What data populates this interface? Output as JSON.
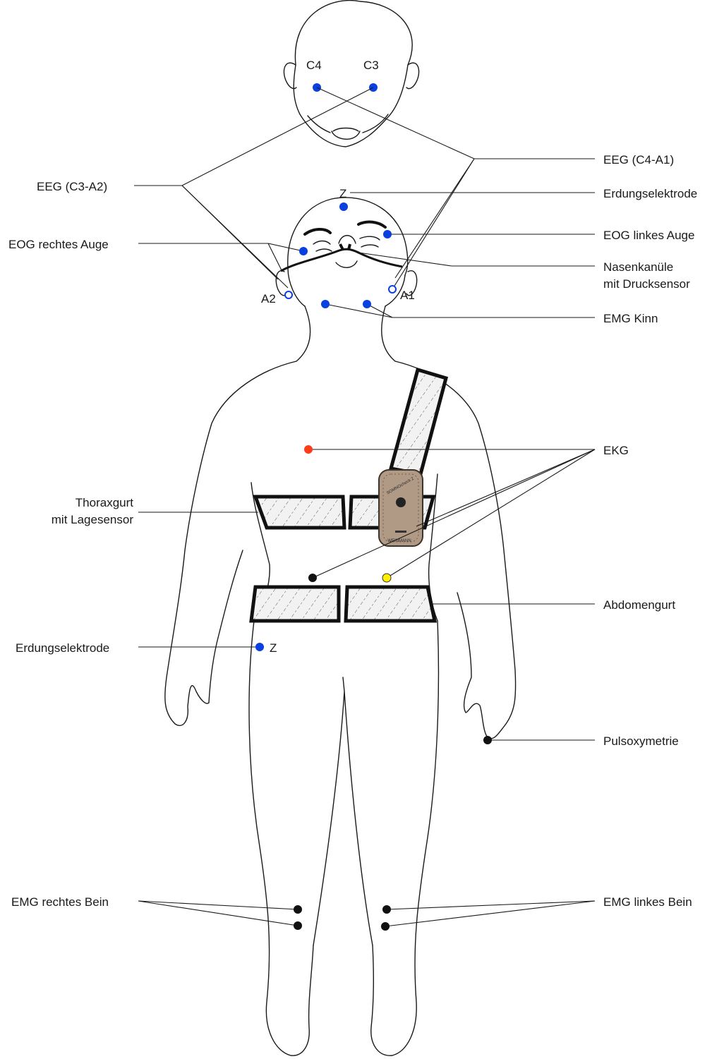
{
  "head_top": {
    "c4": "C4",
    "c3": "C3"
  },
  "labels": {
    "eeg_c4_a1": "EEG  (C4-A1)",
    "eeg_c3_a2": "EEG (C3-A2)",
    "z_top": "Z",
    "erdung_top": "Erdungselektrode",
    "eog_left": "EOG linkes Auge",
    "eog_right": "EOG rechtes Auge",
    "nasen_line1": "Nasenkanüle",
    "nasen_line2": "mit Drucksensor",
    "a2": "A2",
    "a1": "A1",
    "emg_kinn": "EMG Kinn",
    "ekg": "EKG",
    "thorax_line1": "Thoraxgurt",
    "thorax_line2": "mit Lagesensor",
    "abdomen": "Abdomengurt",
    "erdung_bottom": "Erdungselektrode",
    "z_bottom": "Z",
    "pulsox": "Pulsoxymetrie",
    "emg_right_leg": "EMG rechtes Bein",
    "emg_left_leg": "EMG linkes Bein"
  },
  "device": {
    "brand": "WEINMANN",
    "model": "SOMNOcheck 2"
  },
  "colors": {
    "electrode_blue": "#0a3fe0",
    "electrode_red": "#ff3b1a",
    "electrode_yellow": "#ffef00",
    "electrode_black": "#111111",
    "device_body": "#b09a86"
  }
}
